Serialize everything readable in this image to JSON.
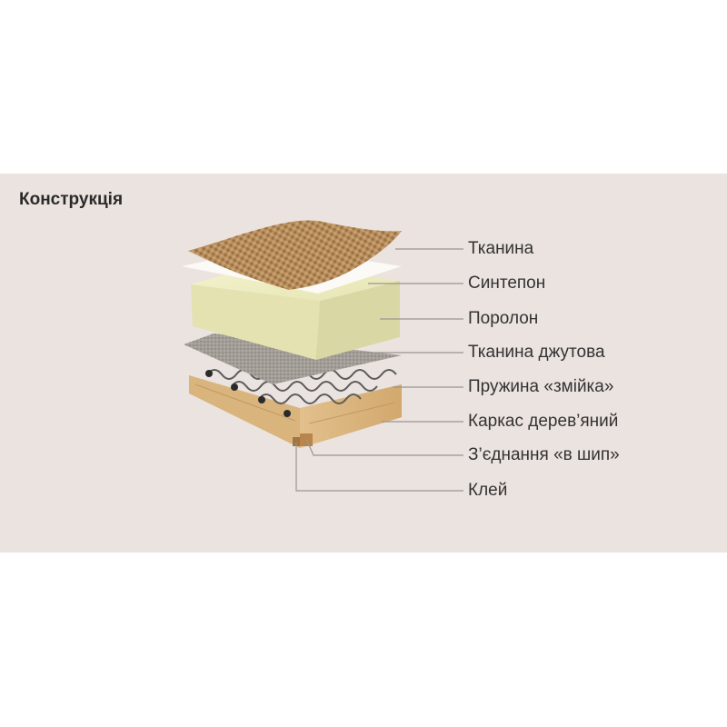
{
  "title": "Конструкція",
  "layers": [
    {
      "label": "Тканина",
      "color": "#b88e5c"
    },
    {
      "label": "Синтепон",
      "color": "#fbfaf6"
    },
    {
      "label": "Поролон",
      "color": "#ecebc0"
    },
    {
      "label": "Тканина джутова",
      "color": "#9a958e"
    },
    {
      "label": "Пружина «змійка»",
      "color": "#6e6e6e"
    },
    {
      "label": "Каркас дерев’яний",
      "color": "#ddb880"
    },
    {
      "label": "З’єднання «в шип»",
      "color": "#c99c63"
    },
    {
      "label": "Клей",
      "color": "#b08a5a"
    }
  ],
  "colors": {
    "background": "#ebe3df",
    "leader_line": "#9a9592"
  }
}
